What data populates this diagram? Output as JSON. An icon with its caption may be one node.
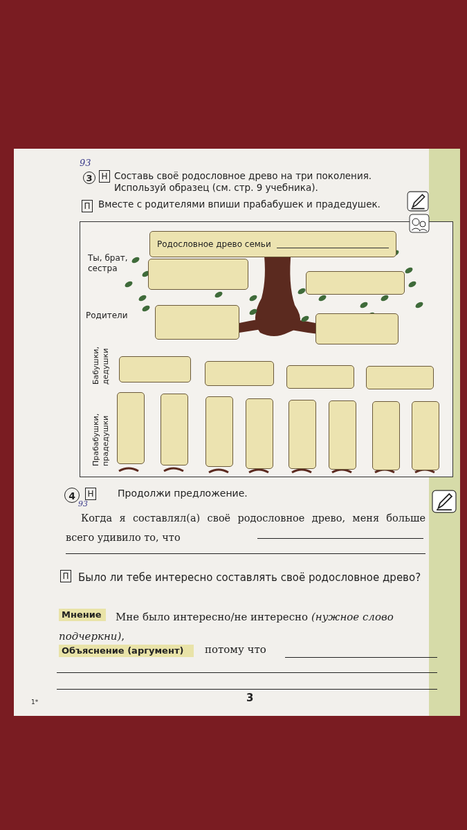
{
  "diagram": {
    "nodes": [
      {
        "text": [
          "Родословное древо семьи"
        ]
      },
      {
        "text": [],
        "shape": "box"
      },
      {
        "text": [],
        "shape": "box"
      },
      {
        "text": [],
        "shape": "box"
      },
      {
        "text": [],
        "shape": "box"
      },
      {
        "text": [],
        "shape": "box"
      },
      {
        "text": [],
        "shape": "box"
      },
      {
        "text": [],
        "shape": "box"
      },
      {
        "text": [],
        "shape": "box"
      },
      {
        "text": [],
        "shape": "box"
      },
      {
        "text": [],
        "shape": "box"
      },
      {
        "text": [],
        "shape": "box"
      },
      {
        "text": [],
        "shape": "box"
      },
      {
        "text": [],
        "shape": "box"
      },
      {
        "text": [],
        "shape": "box"
      },
      {
        "text": [],
        "shape": "box"
      },
      {
        "text": [],
        "shape": "box"
      }
    ],
    "labels": [
      "93",
      "3",
      "Н",
      "Составь своё родословное древо на три поколения. Используй образец (см. стр. 9 учебника).",
      "П",
      "Вместе с родителями впиши прабабушек и прадедушек.",
      "Ты, брат, сестра",
      "Родители",
      "Бабушки, дедушки",
      "Прабабушки, прадедушки",
      "4",
      "93",
      "Н",
      "Продолжи предложение.",
      "Когда я составлял(а) своё родословное древо, меня больше всего удивило то, что",
      "П",
      "Было ли тебе интересно составлять своё родословное древо?",
      "Мнение",
      "Мне было интересно/не интересно *(нужное слово подчеркни)*,",
      "Объяснение (аргумент)",
      "потому что",
      "3",
      "1*"
    ]
  }
}
